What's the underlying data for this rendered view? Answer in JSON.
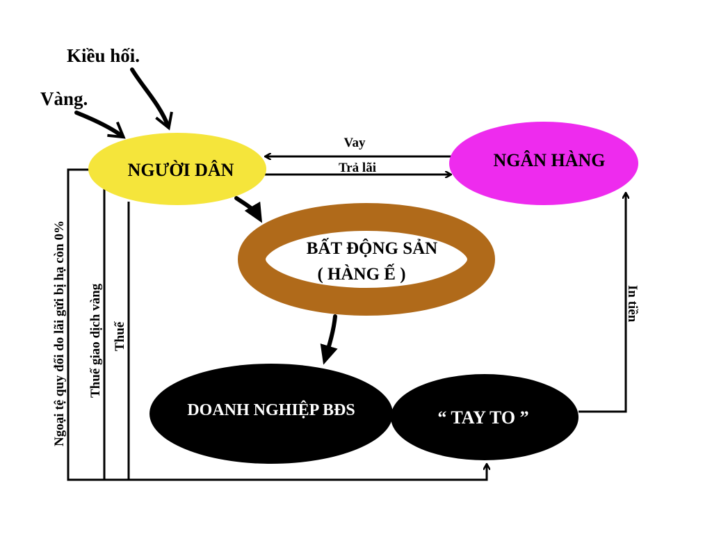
{
  "diagram": {
    "nodes": {
      "nguoi_dan": "NGƯỜI DÂN",
      "ngan_hang": "NGÂN HÀNG",
      "bds_line1": "BẤT ĐỘNG SẢN",
      "bds_line2": "( HÀNG Ế )",
      "doanh_nghiep": "DOANH NGHIỆP BĐS",
      "tay_to": "“ TAY TO ”"
    },
    "inputs": {
      "kieu_hoi": "Kiều hối.",
      "vang": "Vàng."
    },
    "edges": {
      "vay": "Vay",
      "tra_lai": "Trả lãi",
      "in_tien": "In tiền",
      "ngoai_te": "Ngoại tệ quy đổi do lãi gửi bị hạ còn 0%",
      "thue_giao_dich_vang": "Thuế giao dịch vàng",
      "thue": "Thuế"
    },
    "colors": {
      "nguoi_dan_fill": "#f5e53b",
      "ngan_hang_fill": "#ee2bee",
      "bds_ring": "#b06a1a",
      "dark_nodes": "#000000"
    }
  }
}
